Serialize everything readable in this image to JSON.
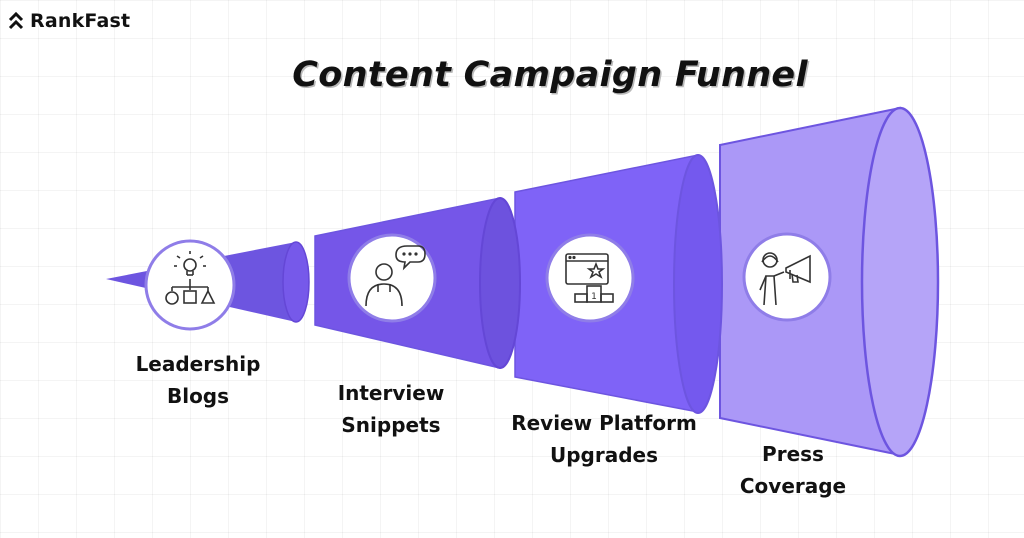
{
  "brand": {
    "name": "RankFast",
    "icon": "double-chevron-up-icon"
  },
  "title": "Content Campaign Funnel",
  "colors": {
    "accent_dark": "#6d55e0",
    "accent_mid": "#7f63f7",
    "accent_light": "#ab98f7"
  },
  "stages": [
    {
      "line1": "Leadership",
      "line2": "Blogs",
      "icon": "lightbulb-flowchart-icon"
    },
    {
      "line1": "Interview",
      "line2": "Snippets",
      "icon": "person-speech-bubble-icon"
    },
    {
      "line1": "Review Platform",
      "line2": "Upgrades",
      "icon": "review-podium-star-icon"
    },
    {
      "line1": "Press",
      "line2": "Coverage",
      "icon": "speaker-megaphone-icon"
    }
  ]
}
